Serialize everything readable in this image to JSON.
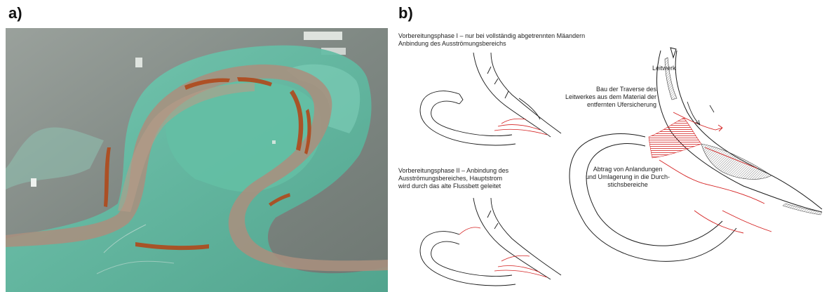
{
  "labels": {
    "a": "a)",
    "b": "b)"
  },
  "captions": {
    "phase1": "Vorbereitungsphase I – nur bei vollständig abgetrennten Mäandern\nAnbindung des Ausströmungsbereichs",
    "phase2": "Vorbereitungsphase II – Anbindung des\nAusströmungsbereiches, Hauptstrom\nwird durch das alte Flussbett geleitet",
    "leitwerk": "Leitwerk",
    "traverse": "Bau der Traverse des\nLeitwerkes aus dem Material der\nentfernten Ufersicherung",
    "abtrag": "Abtrag von Anlandungen\nund Umlagerung in die Durch-\nstichsbereiche"
  },
  "colors": {
    "water": "#5fbfa6",
    "sand": "#a08a78",
    "concrete": "#8a928c",
    "erosion": "#b04a1c",
    "redline": "#d42020",
    "ink": "#1a1a1a",
    "hatch": "#888888"
  }
}
